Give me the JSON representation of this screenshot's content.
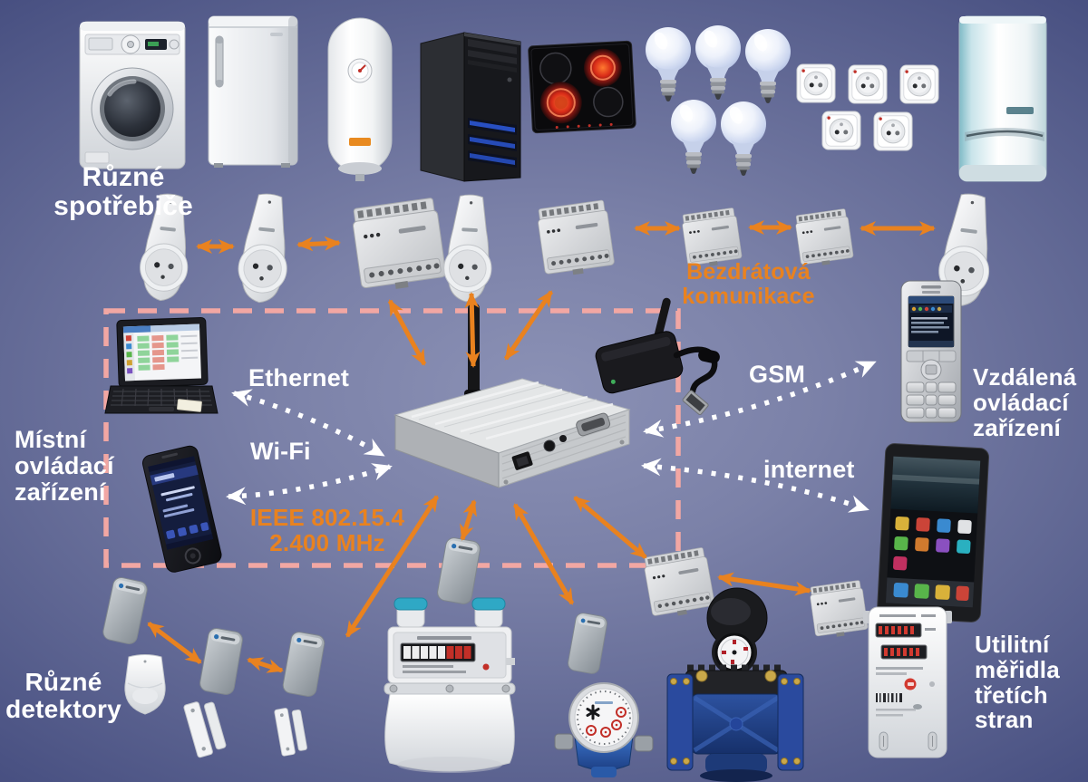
{
  "diagram": {
    "title_domain": "home-automation-network-diagram",
    "colors": {
      "arrow_orange": "#e9821f",
      "dashed_area_pink": "#f2a7a3",
      "label_white": "#ffffff",
      "background_center": "#8b91b5",
      "background_edge": "#262c5b"
    },
    "labels": {
      "appliances": {
        "line1": "Různé",
        "line2": "spotřebiče"
      },
      "wireless": {
        "line1": "Bezdrátová",
        "line2": "komunikace"
      },
      "ethernet": "Ethernet",
      "wifi": "Wi-Fi",
      "local": {
        "line1": "Místní",
        "line2": "ovládací",
        "line3": "zařízení"
      },
      "ieee": {
        "line1": "IEEE 802.15.4",
        "line2": "2.400 MHz"
      },
      "gsm": "GSM",
      "internet": "internet",
      "remote": {
        "line1": "Vzdálená",
        "line2": "ovládací",
        "line3": "zařízení"
      },
      "detectors": {
        "line1": "Různé",
        "line2": "detektory"
      },
      "meters": {
        "line1": "Utilitní",
        "line2": "měřidla",
        "line3": "třetích",
        "line4": "stran"
      }
    },
    "devices": {
      "appliances_row": [
        "washing-machine",
        "refrigerator",
        "electric-water-heater",
        "desktop-pc",
        "induction-cooktop",
        "light-bulbs",
        "wall-sockets",
        "gas-boiler"
      ],
      "mesh_row": [
        "smart-plug",
        "smart-plug",
        "din-rail-module",
        "smart-plug",
        "din-rail-module",
        "din-rail-module",
        "din-rail-module",
        "smart-plug"
      ],
      "local_control": [
        "netbook-laptop",
        "touchscreen-smartphone"
      ],
      "hub": [
        "wireless-gateway",
        "gsm-modem"
      ],
      "remote_control": [
        "nokia-phone",
        "tablet"
      ],
      "detectors": [
        "rf-node",
        "rf-node",
        "rf-node",
        "pir-motion-sensor",
        "door-contact",
        "door-contact"
      ],
      "meters_zone": [
        "rf-node",
        "rf-node",
        "din-rail-module",
        "din-rail-module",
        "gas-meter",
        "water-meter-small",
        "water-meter-large",
        "electricity-meter"
      ]
    }
  }
}
